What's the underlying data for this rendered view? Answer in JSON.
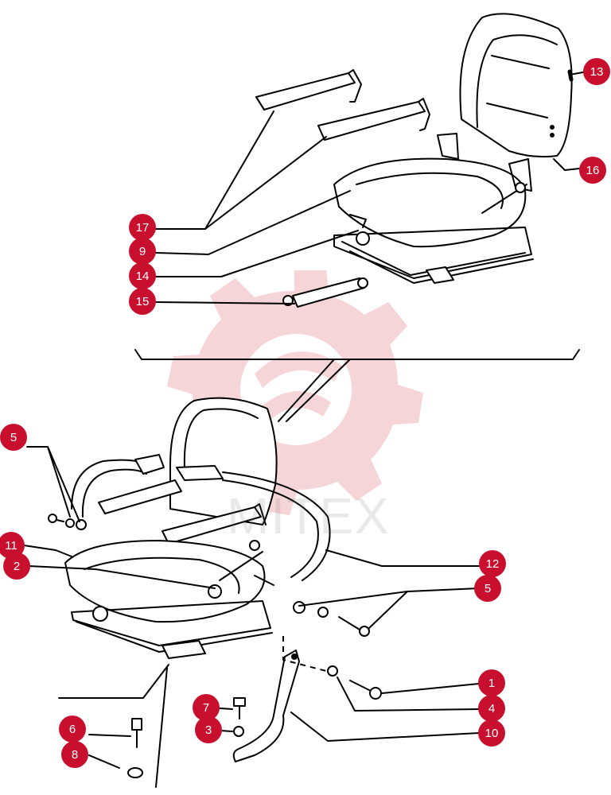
{
  "diagram": {
    "callouts": [
      {
        "id": "c13",
        "label": "13"
      },
      {
        "id": "c16",
        "label": "16"
      },
      {
        "id": "c17",
        "label": "17"
      },
      {
        "id": "c9",
        "label": "9"
      },
      {
        "id": "c14",
        "label": "14"
      },
      {
        "id": "c15",
        "label": "15"
      },
      {
        "id": "c5a",
        "label": "5"
      },
      {
        "id": "c11",
        "label": "11"
      },
      {
        "id": "c2",
        "label": "2"
      },
      {
        "id": "c12",
        "label": "12"
      },
      {
        "id": "c5b",
        "label": "5"
      },
      {
        "id": "c1",
        "label": "1"
      },
      {
        "id": "c4",
        "label": "4"
      },
      {
        "id": "c10",
        "label": "10"
      },
      {
        "id": "c7",
        "label": "7"
      },
      {
        "id": "c3",
        "label": "3"
      },
      {
        "id": "c6",
        "label": "6"
      },
      {
        "id": "c8",
        "label": "8"
      }
    ],
    "watermark": "MITEX",
    "colors": {
      "callout": "#c8102e",
      "line": "#000000",
      "watermark": "#e8a0a8"
    }
  }
}
